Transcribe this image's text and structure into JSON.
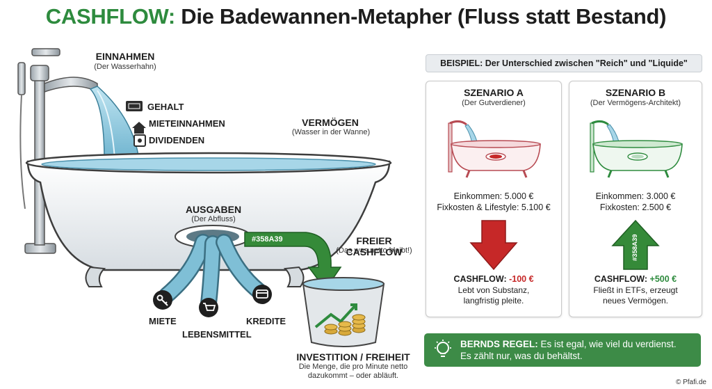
{
  "title": {
    "highlight": "CASHFLOW:",
    "rest": "Die Badewannen-Metapher (Fluss statt Bestand)"
  },
  "income": {
    "label": "EINNAHMEN",
    "sub": "(Der Wasserhahn)",
    "items": [
      "GEHALT",
      "MIETEINNAHMEN",
      "DIVIDENDEN"
    ]
  },
  "assets": {
    "label": "VERMÖGEN",
    "sub": "(Wasser in der Wanne)"
  },
  "expenses": {
    "label": "AUSGABEN",
    "sub": "(Der Abfluss)",
    "items": [
      "MIETE",
      "LEBENSMITTEL",
      "KREDITE"
    ]
  },
  "free_cashflow": {
    "arrow_code": "#358A39",
    "label": "FREIER CASHFLOW",
    "sub": "(Das was netto bleibt!)"
  },
  "investment": {
    "label": "INVESTITION / FREIHEIT",
    "text_line1": "Die Menge, die pro Minute netto",
    "text_line2": "dazukommt – oder abläuft."
  },
  "example": {
    "header": "BEISPIEL: Der Unterschied zwischen \"Reich\" und \"Liquide\"",
    "scenario_a": {
      "title": "SZENARIO A",
      "sub": "(Der Gutverdiener)",
      "line1": "Einkommen: 5.000 €",
      "line2": "Fixkosten & Lifestyle: 5.100 €",
      "cashflow_label": "CASHFLOW:",
      "cashflow_value": "-100 €",
      "desc1": "Lebt von Substanz,",
      "desc2": "langfristig pleite."
    },
    "scenario_b": {
      "title": "SZENARIO B",
      "sub": "(Der Vermögens-Architekt)",
      "line1": "Einkommen: 3.000 €",
      "line2": "Fixkosten: 2.500 €",
      "arrow_code": "#358A39",
      "cashflow_label": "CASHFLOW:",
      "cashflow_value": "+500 €",
      "desc1": "Fließt in ETFs, erzeugt",
      "desc2": "neues Vermögen."
    }
  },
  "rule": {
    "bold": "BERNDS REGEL:",
    "line1": "Es ist egal, wie viel du verdienst.",
    "line2": "Es zählt nur, was du behältst."
  },
  "credit": "© Pfafi.de",
  "colors": {
    "green": "#2e8b3e",
    "red": "#c62828",
    "water": "#8ec9df",
    "pipe": "#5c9fb8"
  }
}
